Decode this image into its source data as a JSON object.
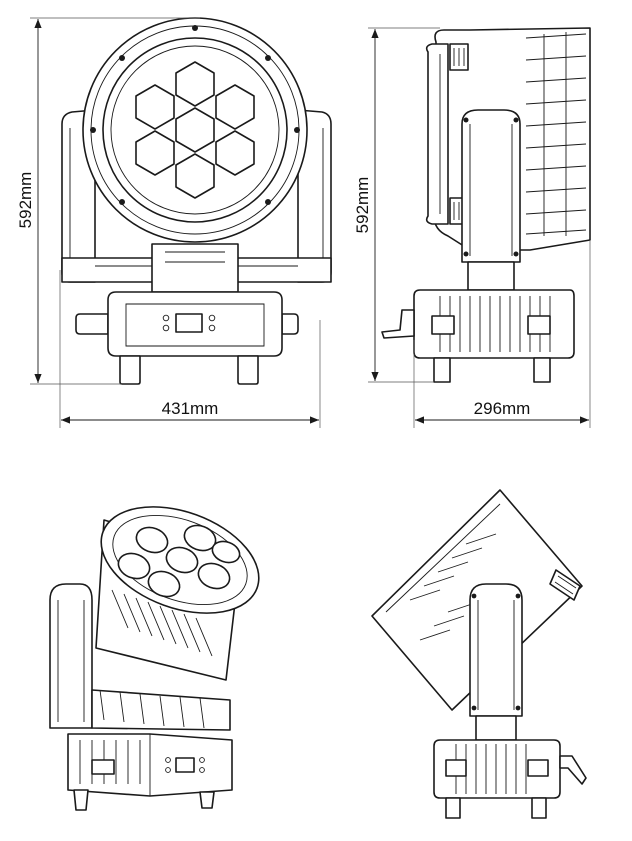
{
  "dimensions": {
    "front_height": "592mm",
    "front_width": "431mm",
    "side_height": "592mm",
    "side_depth": "296mm"
  },
  "colors": {
    "line": "#1a1a1a",
    "background": "#ffffff"
  }
}
